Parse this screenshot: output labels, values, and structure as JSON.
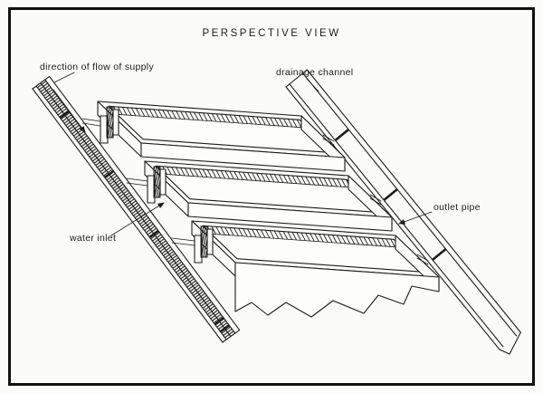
{
  "figure": {
    "title": "PERSPECTIVE VIEW",
    "labels": {
      "flow_supply": "direction of flow of supply",
      "drainage_channel": "drainage channel",
      "water_inlet": "water inlet",
      "outlet_pipe": "outlet pipe"
    },
    "colors": {
      "ink": "#1c1c1c",
      "paper": "#fbfbf9"
    }
  }
}
